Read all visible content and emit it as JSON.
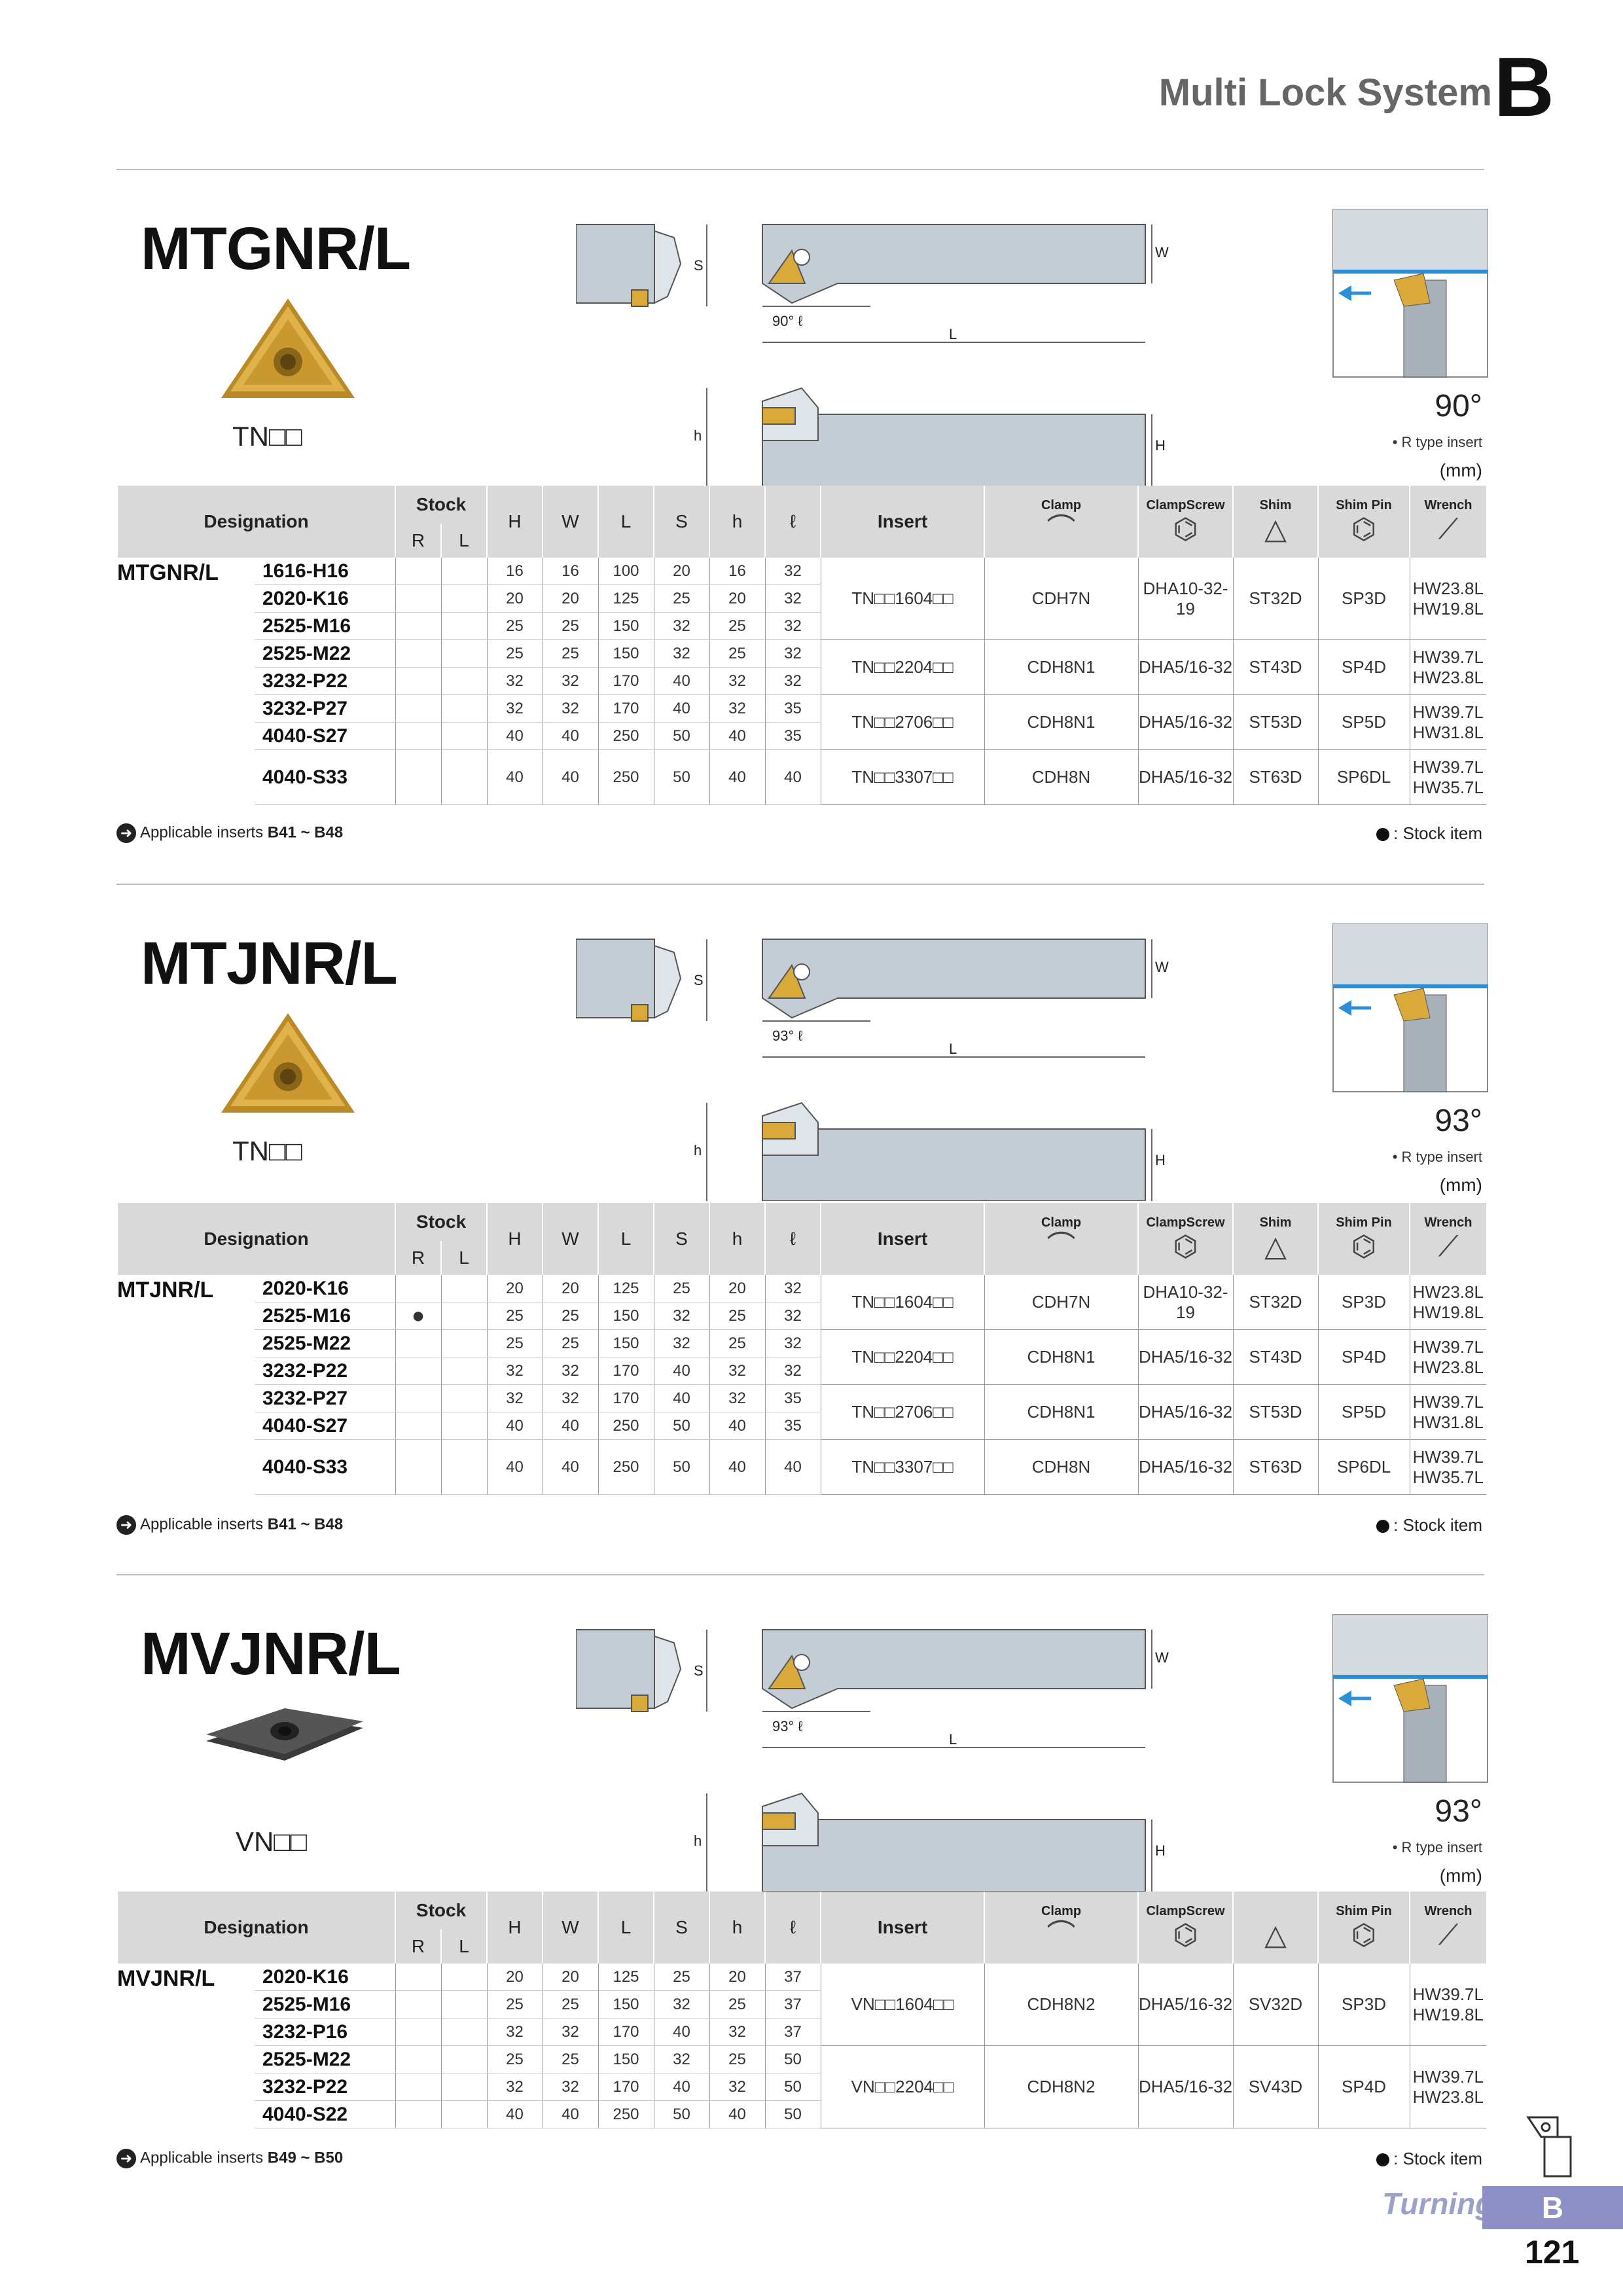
{
  "header": {
    "title": "Multi Lock System",
    "letter": "B"
  },
  "sections": [
    {
      "model": "MTGNR/L",
      "insert_label": "TN□□",
      "angle": "90°",
      "rtype": "• R type insert",
      "unit": "(mm)",
      "lead_angle_label": "90°",
      "group": "MTGNR/L",
      "rows": [
        {
          "des": "1616-H16",
          "r": "",
          "l": "",
          "H": "16",
          "W": "16",
          "L": "100",
          "S": "20",
          "h": "16",
          "ell": "32"
        },
        {
          "des": "2020-K16",
          "r": "",
          "l": "",
          "H": "20",
          "W": "20",
          "L": "125",
          "S": "25",
          "h": "20",
          "ell": "32"
        },
        {
          "des": "2525-M16",
          "r": "",
          "l": "",
          "H": "25",
          "W": "25",
          "L": "150",
          "S": "32",
          "h": "25",
          "ell": "32"
        },
        {
          "des": "2525-M22",
          "r": "",
          "l": "",
          "H": "25",
          "W": "25",
          "L": "150",
          "S": "32",
          "h": "25",
          "ell": "32"
        },
        {
          "des": "3232-P22",
          "r": "",
          "l": "",
          "H": "32",
          "W": "32",
          "L": "170",
          "S": "40",
          "h": "32",
          "ell": "32"
        },
        {
          "des": "3232-P27",
          "r": "",
          "l": "",
          "H": "32",
          "W": "32",
          "L": "170",
          "S": "40",
          "h": "32",
          "ell": "35"
        },
        {
          "des": "4040-S27",
          "r": "",
          "l": "",
          "H": "40",
          "W": "40",
          "L": "250",
          "S": "50",
          "h": "40",
          "ell": "35"
        },
        {
          "des": "4040-S33",
          "r": "",
          "l": "",
          "H": "40",
          "W": "40",
          "L": "250",
          "S": "50",
          "h": "40",
          "ell": "40"
        }
      ],
      "groups": [
        {
          "rows": 3,
          "insert": "TN□□1604□□",
          "clamp": "CDH7N",
          "screw": "DHA10-32-19",
          "shim": "ST32D",
          "pin": "SP3D",
          "wrench": [
            "HW23.8L",
            "HW19.8L"
          ]
        },
        {
          "rows": 2,
          "insert": "TN□□2204□□",
          "clamp": "CDH8N1",
          "screw": "DHA5/16-32",
          "shim": "ST43D",
          "pin": "SP4D",
          "wrench": [
            "HW39.7L",
            "HW23.8L"
          ]
        },
        {
          "rows": 2,
          "insert": "TN□□2706□□",
          "clamp": "CDH8N1",
          "screw": "DHA5/16-32",
          "shim": "ST53D",
          "pin": "SP5D",
          "wrench": [
            "HW39.7L",
            "HW31.8L"
          ]
        },
        {
          "rows": 1,
          "insert": "TN□□3307□□",
          "clamp": "CDH8N",
          "screw": "DHA5/16-32",
          "shim": "ST63D",
          "pin": "SP6DL",
          "wrench": [
            "HW39.7L",
            "HW35.7L"
          ]
        }
      ],
      "applicable": "Applicable inserts",
      "applicable_range": "B41 ~ B48",
      "stock_item": ": Stock item"
    },
    {
      "model": "MTJNR/L",
      "insert_label": "TN□□",
      "angle": "93°",
      "rtype": "• R type insert",
      "unit": "(mm)",
      "lead_angle_label": "93°",
      "group": "MTJNR/L",
      "rows": [
        {
          "des": "2020-K16",
          "r": "",
          "l": "",
          "H": "20",
          "W": "20",
          "L": "125",
          "S": "25",
          "h": "20",
          "ell": "32"
        },
        {
          "des": "2525-M16",
          "r": "●",
          "l": "",
          "H": "25",
          "W": "25",
          "L": "150",
          "S": "32",
          "h": "25",
          "ell": "32"
        },
        {
          "des": "2525-M22",
          "r": "",
          "l": "",
          "H": "25",
          "W": "25",
          "L": "150",
          "S": "32",
          "h": "25",
          "ell": "32"
        },
        {
          "des": "3232-P22",
          "r": "",
          "l": "",
          "H": "32",
          "W": "32",
          "L": "170",
          "S": "40",
          "h": "32",
          "ell": "32"
        },
        {
          "des": "3232-P27",
          "r": "",
          "l": "",
          "H": "32",
          "W": "32",
          "L": "170",
          "S": "40",
          "h": "32",
          "ell": "35"
        },
        {
          "des": "4040-S27",
          "r": "",
          "l": "",
          "H": "40",
          "W": "40",
          "L": "250",
          "S": "50",
          "h": "40",
          "ell": "35"
        },
        {
          "des": "4040-S33",
          "r": "",
          "l": "",
          "H": "40",
          "W": "40",
          "L": "250",
          "S": "50",
          "h": "40",
          "ell": "40"
        }
      ],
      "groups": [
        {
          "rows": 2,
          "insert": "TN□□1604□□",
          "clamp": "CDH7N",
          "screw": "DHA10-32-19",
          "shim": "ST32D",
          "pin": "SP3D",
          "wrench": [
            "HW23.8L",
            "HW19.8L"
          ]
        },
        {
          "rows": 2,
          "insert": "TN□□2204□□",
          "clamp": "CDH8N1",
          "screw": "DHA5/16-32",
          "shim": "ST43D",
          "pin": "SP4D",
          "wrench": [
            "HW39.7L",
            "HW23.8L"
          ]
        },
        {
          "rows": 2,
          "insert": "TN□□2706□□",
          "clamp": "CDH8N1",
          "screw": "DHA5/16-32",
          "shim": "ST53D",
          "pin": "SP5D",
          "wrench": [
            "HW39.7L",
            "HW31.8L"
          ]
        },
        {
          "rows": 1,
          "insert": "TN□□3307□□",
          "clamp": "CDH8N",
          "screw": "DHA5/16-32",
          "shim": "ST63D",
          "pin": "SP6DL",
          "wrench": [
            "HW39.7L",
            "HW35.7L"
          ]
        }
      ],
      "applicable": "Applicable inserts",
      "applicable_range": "B41 ~ B48",
      "stock_item": ": Stock item"
    },
    {
      "model": "MVJNR/L",
      "insert_label": "VN□□",
      "angle": "93°",
      "rtype": "• R type insert",
      "unit": "(mm)",
      "lead_angle_label": "93°",
      "group": "MVJNR/L",
      "rows": [
        {
          "des": "2020-K16",
          "r": "",
          "l": "",
          "H": "20",
          "W": "20",
          "L": "125",
          "S": "25",
          "h": "20",
          "ell": "37"
        },
        {
          "des": "2525-M16",
          "r": "",
          "l": "",
          "H": "25",
          "W": "25",
          "L": "150",
          "S": "32",
          "h": "25",
          "ell": "37"
        },
        {
          "des": "3232-P16",
          "r": "",
          "l": "",
          "H": "32",
          "W": "32",
          "L": "170",
          "S": "40",
          "h": "32",
          "ell": "37"
        },
        {
          "des": "2525-M22",
          "r": "",
          "l": "",
          "H": "25",
          "W": "25",
          "L": "150",
          "S": "32",
          "h": "25",
          "ell": "50"
        },
        {
          "des": "3232-P22",
          "r": "",
          "l": "",
          "H": "32",
          "W": "32",
          "L": "170",
          "S": "40",
          "h": "32",
          "ell": "50"
        },
        {
          "des": "4040-S22",
          "r": "",
          "l": "",
          "H": "40",
          "W": "40",
          "L": "250",
          "S": "50",
          "h": "40",
          "ell": "50"
        }
      ],
      "groups": [
        {
          "rows": 3,
          "insert": "VN□□1604□□",
          "clamp": "CDH8N2",
          "screw": "DHA5/16-32",
          "shim": "SV32D",
          "pin": "SP3D",
          "wrench": [
            "HW39.7L",
            "HW19.8L"
          ]
        },
        {
          "rows": 3,
          "insert": "VN□□2204□□",
          "clamp": "CDH8N2",
          "screw": "DHA5/16-32",
          "shim": "SV43D",
          "pin": "SP4D",
          "wrench": [
            "HW39.7L",
            "HW23.8L"
          ]
        }
      ],
      "applicable": "Applicable inserts",
      "applicable_range": "B49 ~ B50",
      "stock_item": ": Stock item"
    }
  ],
  "table_header": {
    "designation": "Designation",
    "stock": "Stock",
    "r": "R",
    "l": "L",
    "H": "H",
    "W": "W",
    "L": "L",
    "S": "S",
    "h": "h",
    "ell": "ℓ",
    "insert": "Insert",
    "clamp": "Clamp",
    "screw": "ClampScrew",
    "shim": "Shim",
    "pin": "Shim Pin",
    "wrench": "Wrench"
  },
  "dim_labels": {
    "S": "S",
    "W": "W",
    "L": "L",
    "h": "h",
    "H": "H",
    "ell": "ℓ"
  },
  "footer": {
    "section": "Turning",
    "letter": "B",
    "page": "121"
  },
  "colors": {
    "gold": "#d9a93a",
    "steel": "#c4ccd6",
    "accent": "#8f8fc8",
    "arrow": "#2a8fd6"
  }
}
